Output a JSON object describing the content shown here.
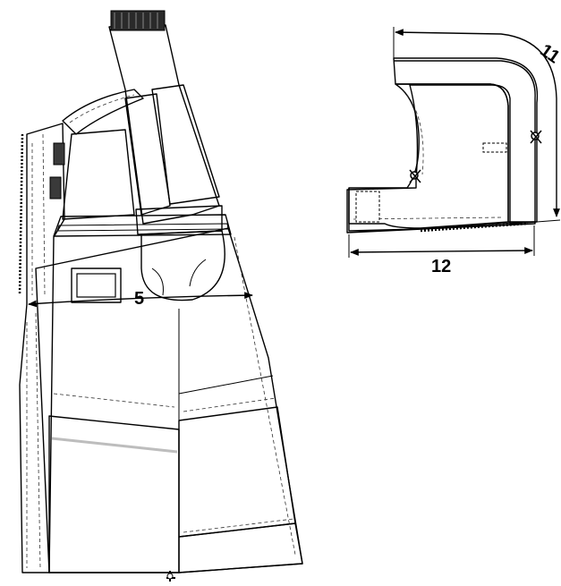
{
  "diagram": {
    "dimension_labels": {
      "chest_width": "5",
      "hood_depth": "12",
      "hood_height": "11"
    },
    "colors": {
      "dark_panel": "#4a4a4a",
      "light_panel": "#ffffff",
      "lining": "#c8c8c8",
      "reflective_band": "#bdbdbd",
      "outline": "#000000"
    }
  }
}
